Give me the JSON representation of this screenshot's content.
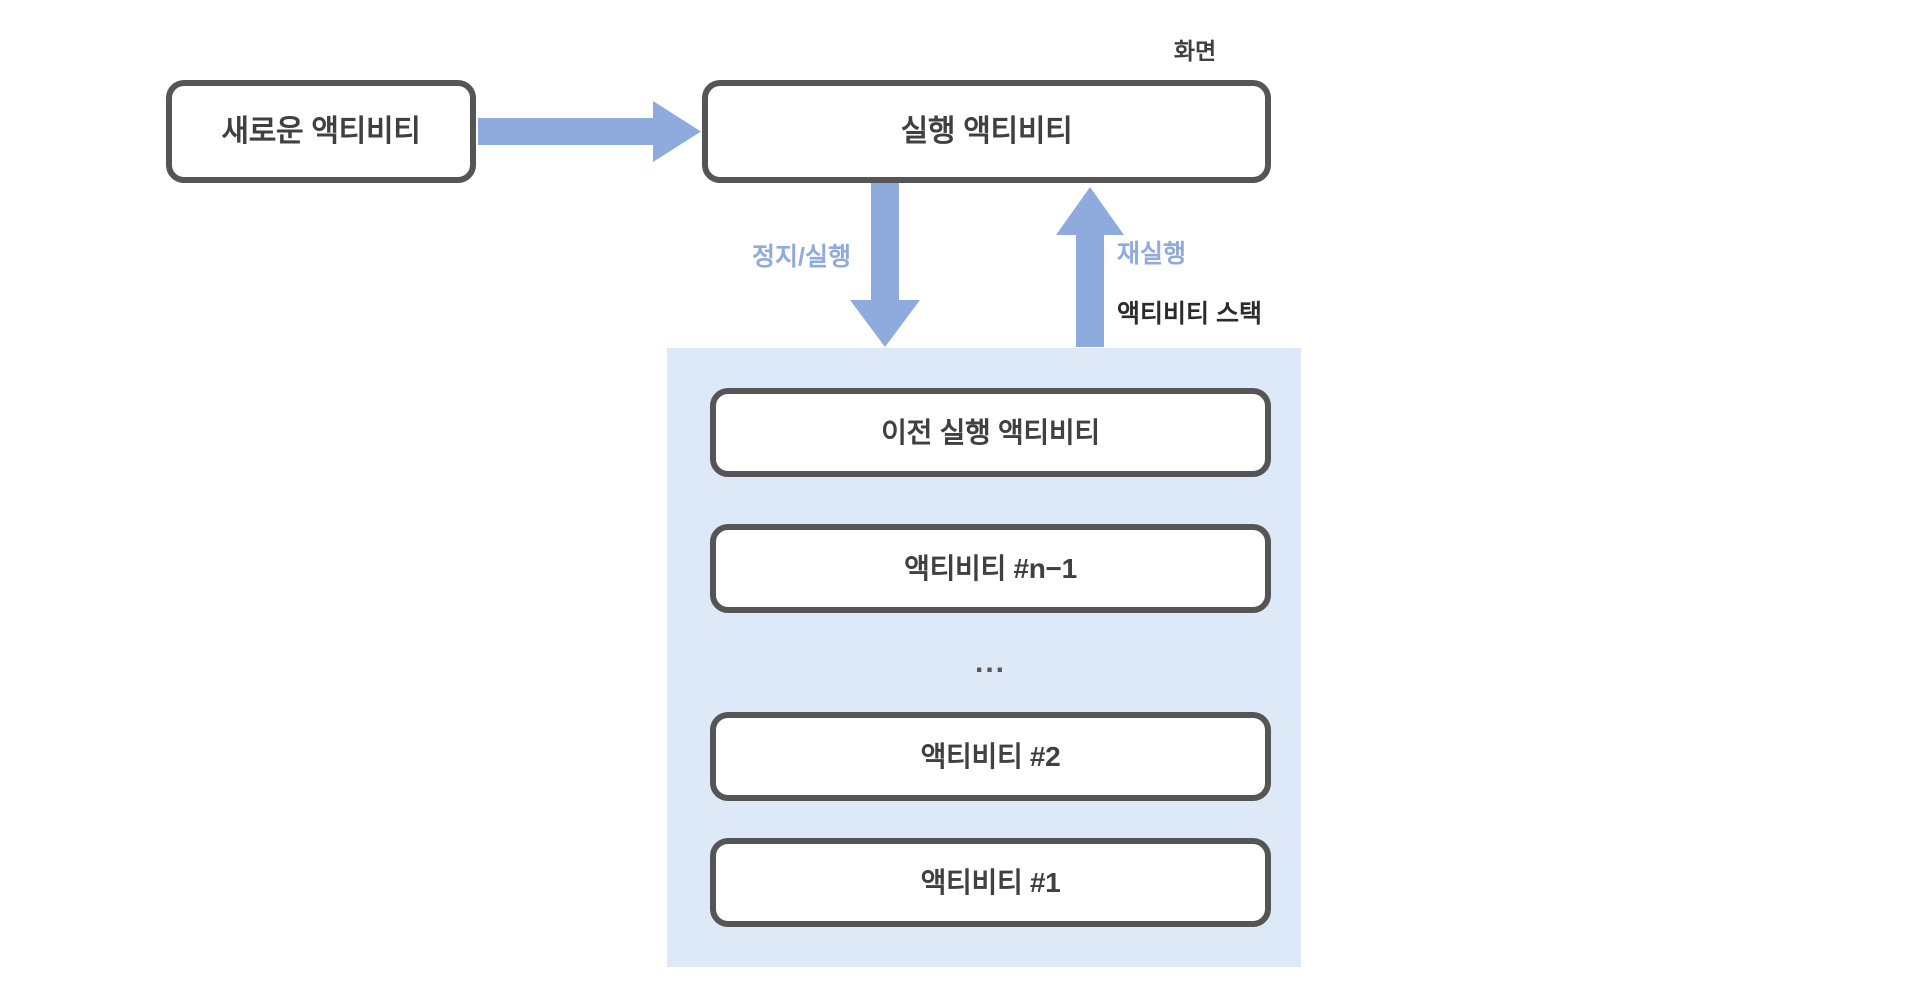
{
  "diagram": {
    "title": "Android Activity Stack Diagram",
    "colors": {
      "arrow_blue": "#8FAADC",
      "stack_background": "#DEE9F7",
      "node_border": "#555555",
      "node_fill": "#FFFFFF",
      "text_dark": "#404040"
    },
    "nodes": {
      "new_activity": "새로운 액티비티",
      "running_activity": "실행 액티비티"
    },
    "captions": {
      "screen": "화면",
      "activity_stack": "액티비티 스택"
    },
    "arrows": [
      {
        "name": "new-to-running",
        "label": "",
        "direction": "right",
        "color": "#8FAADC"
      },
      {
        "name": "pause-stop",
        "label": "정지/실행",
        "direction": "down",
        "color": "#8FAADC"
      },
      {
        "name": "resume",
        "label": "재실행",
        "direction": "up",
        "color": "#8FAADC"
      }
    ],
    "arrow_labels": {
      "pause_stop": "정지/실행",
      "resume": "재실행"
    },
    "stack": {
      "ellipsis": "...",
      "items": [
        {
          "label": "이전 실행 액티비티"
        },
        {
          "label": "액티비티 #n−1"
        },
        {
          "label": "액티비티 #2"
        },
        {
          "label": "액티비티 #1"
        }
      ]
    }
  }
}
